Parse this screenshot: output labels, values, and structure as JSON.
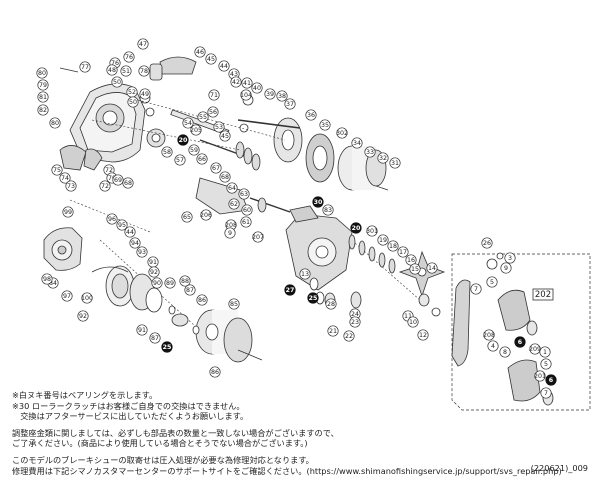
{
  "part_labels": [
    {
      "n": "47"
    },
    {
      "n": "76"
    },
    {
      "n": "78"
    },
    {
      "n": "80"
    },
    {
      "n": "77"
    },
    {
      "n": "79"
    },
    {
      "n": "81"
    },
    {
      "n": "82"
    },
    {
      "n": "76"
    },
    {
      "n": "51"
    },
    {
      "n": "48"
    },
    {
      "n": "50"
    },
    {
      "n": "52"
    },
    {
      "n": "50"
    },
    {
      "n": "49"
    },
    {
      "n": "71"
    },
    {
      "n": "46"
    },
    {
      "n": "45"
    },
    {
      "n": "44"
    },
    {
      "n": "43"
    },
    {
      "n": "42"
    },
    {
      "n": "41"
    },
    {
      "n": "40"
    },
    {
      "n": "104"
    },
    {
      "n": "39"
    },
    {
      "n": "38"
    },
    {
      "n": "37"
    },
    {
      "n": "56"
    },
    {
      "n": "55"
    },
    {
      "n": "54"
    },
    {
      "n": "205"
    },
    {
      "n": "53"
    },
    {
      "n": "45"
    },
    {
      "n": "36"
    },
    {
      "n": "35"
    },
    {
      "n": "302"
    },
    {
      "n": "34"
    },
    {
      "n": "33"
    },
    {
      "n": "32"
    },
    {
      "n": "31"
    },
    {
      "n": "80"
    },
    {
      "n": "72"
    },
    {
      "n": "75"
    },
    {
      "n": "74"
    },
    {
      "n": "73"
    },
    {
      "n": "72"
    },
    {
      "n": "70"
    },
    {
      "n": "69"
    },
    {
      "n": "68"
    },
    {
      "n": "58"
    },
    {
      "n": "57"
    },
    {
      "n": "59"
    },
    {
      "n": "66"
    },
    {
      "n": "67"
    },
    {
      "n": "68"
    },
    {
      "n": "64"
    },
    {
      "n": "63"
    },
    {
      "n": "62"
    },
    {
      "n": "60"
    },
    {
      "n": "65"
    },
    {
      "n": "206"
    },
    {
      "n": "61"
    },
    {
      "n": "99"
    },
    {
      "n": "96"
    },
    {
      "n": "95"
    },
    {
      "n": "44"
    },
    {
      "n": "94"
    },
    {
      "n": "93"
    },
    {
      "n": "91"
    },
    {
      "n": "92"
    },
    {
      "n": "90"
    },
    {
      "n": "89"
    },
    {
      "n": "88"
    },
    {
      "n": "87"
    },
    {
      "n": "86"
    },
    {
      "n": "85"
    },
    {
      "n": "84"
    },
    {
      "n": "97"
    },
    {
      "n": "98"
    },
    {
      "n": "100"
    },
    {
      "n": "92"
    },
    {
      "n": "91"
    },
    {
      "n": "87"
    },
    {
      "n": "86"
    },
    {
      "n": "83"
    },
    {
      "n": "301"
    },
    {
      "n": "19"
    },
    {
      "n": "18"
    },
    {
      "n": "17"
    },
    {
      "n": "16"
    },
    {
      "n": "15"
    },
    {
      "n": "14"
    },
    {
      "n": "11"
    },
    {
      "n": "12"
    },
    {
      "n": "10"
    },
    {
      "n": "13"
    },
    {
      "n": "28"
    },
    {
      "n": "24"
    },
    {
      "n": "23"
    },
    {
      "n": "22"
    },
    {
      "n": "21"
    },
    {
      "n": "26"
    },
    {
      "n": "3"
    },
    {
      "n": "9"
    },
    {
      "n": "5"
    },
    {
      "n": "7"
    },
    {
      "n": "208"
    },
    {
      "n": "4"
    },
    {
      "n": "8"
    },
    {
      "n": "209"
    },
    {
      "n": "1"
    },
    {
      "n": "5"
    },
    {
      "n": "201"
    },
    {
      "n": "7"
    },
    {
      "n": "208"
    },
    {
      "n": "9"
    },
    {
      "n": "207"
    },
    {
      "n": "210"
    },
    {
      "n": "303"
    }
  ],
  "badges": [
    {
      "n": "20"
    },
    {
      "n": "30"
    },
    {
      "n": "20"
    },
    {
      "n": "27"
    },
    {
      "n": "25"
    },
    {
      "n": "25"
    },
    {
      "n": "6"
    },
    {
      "n": "6"
    }
  ],
  "boxed_label": "202",
  "notes": [
    "※白ヌキ番号はベアリングを示します。",
    "※30 ローラークラッチはお客様ご自身での交換はできません。",
    "　交換はアフターサービスに出していただくようお願いします。",
    "",
    "調整座金類に関しましては、必ずしも部品表の数量と一致しない場合がございますので、",
    "ご了承ください。(商品により使用している場合とそうでない場合がございます。)",
    "",
    "このモデルのブレーキシューの取寄せは圧入処理が必要な為修理対応となります。",
    "修理費用は下記シマノカスタマーセンターのサポートサイトをご確認ください。(https://www.shimanofishingservice.jp/support/svs_repair.php)"
  ],
  "ref_code": "(220621)_009"
}
